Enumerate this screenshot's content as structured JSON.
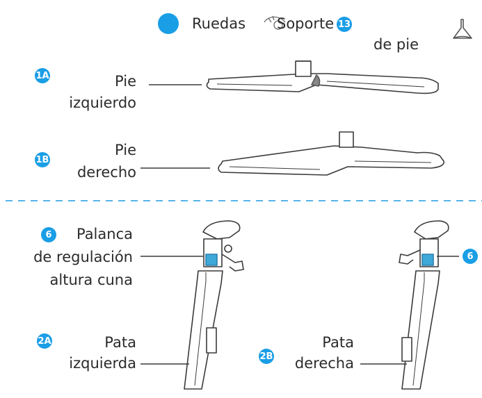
{
  "legend": {
    "wheels_label": "Ruedas",
    "support_label": "Soporte",
    "support_badge": "13",
    "support_label_line2": "de pie"
  },
  "parts": {
    "left_foot": {
      "badge": "1A",
      "line1": "Pie",
      "line2": "izquierdo"
    },
    "right_foot": {
      "badge": "1B",
      "line1": "Pie",
      "line2": "derecho"
    },
    "lever": {
      "badge": "6",
      "line1": "Palanca",
      "line2": "de regulación",
      "line3": "altura cuna"
    },
    "lever_right": {
      "badge": "6"
    },
    "left_leg": {
      "badge": "2A",
      "line1": "Pata",
      "line2": "izquierda"
    },
    "right_leg": {
      "badge": "2B",
      "line1": "Pata",
      "line2": "derecha"
    }
  },
  "colors": {
    "badge": "#1a9ee6",
    "divider": "#56b4e9",
    "highlight": "#3fa9d9",
    "line": "#3a3a3a"
  },
  "icons": [
    "wheel-dot-icon",
    "wheel-icon",
    "stand-icon"
  ]
}
